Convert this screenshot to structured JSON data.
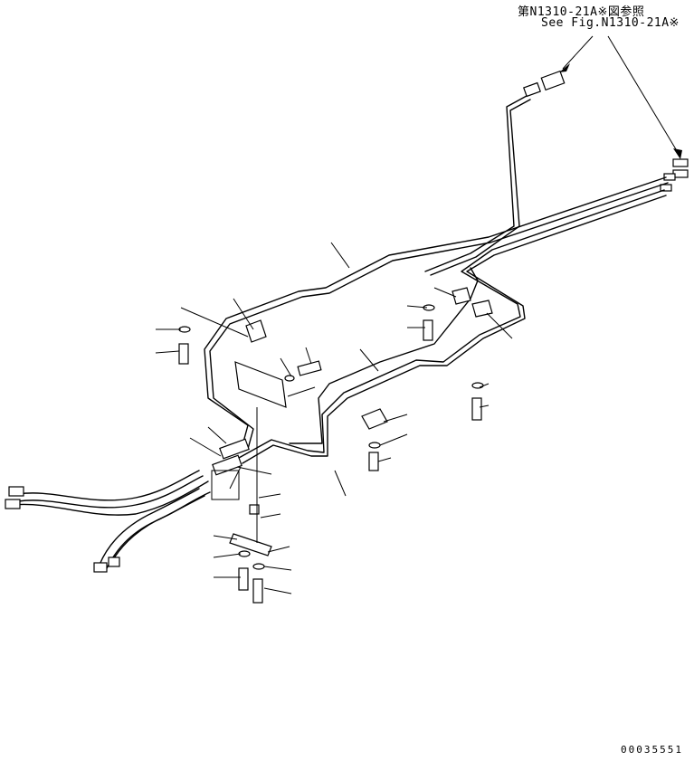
{
  "references": {
    "japanese": "第N1310-21A※図参照",
    "english": "See Fig.N1310-21A※"
  },
  "document_number": "00035551"
}
